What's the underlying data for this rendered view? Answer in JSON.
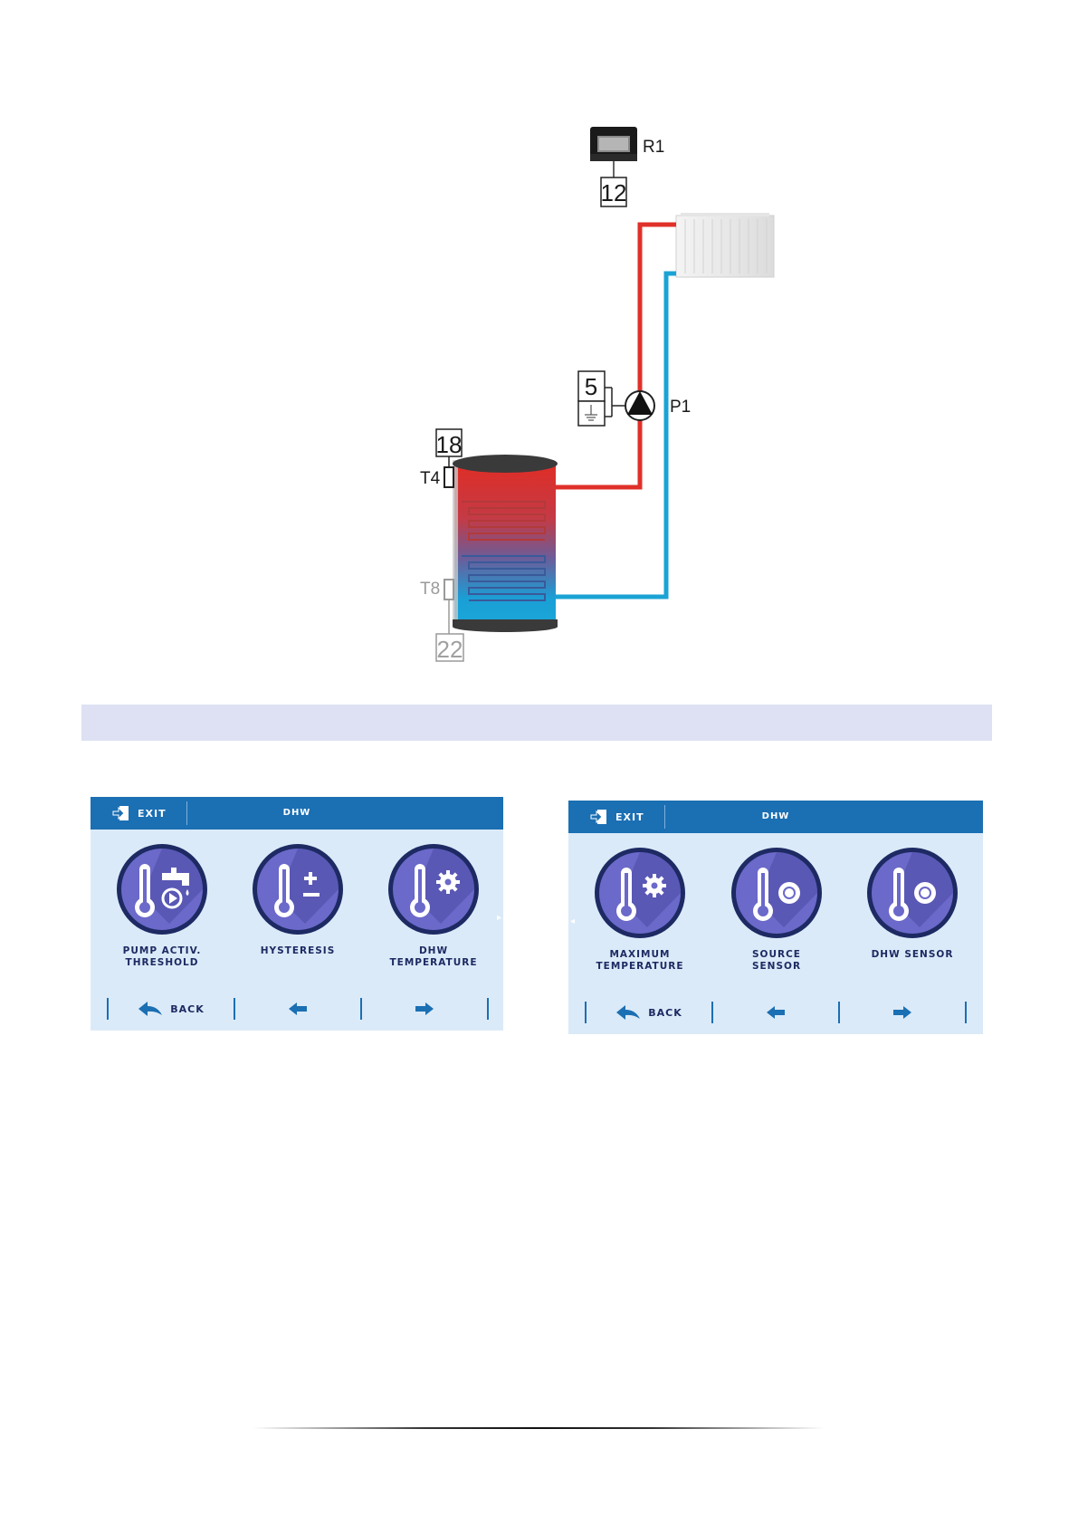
{
  "diagram": {
    "controller_label": "R1",
    "controller_box": "12",
    "pump_label": "P1",
    "pump_box": "5",
    "sensor_top_label": "T4",
    "sensor_top_box": "18",
    "sensor_bottom_label": "T8",
    "sensor_bottom_box": "22",
    "colors": {
      "hot": "#e0302a",
      "cold": "#1aa3d4"
    }
  },
  "panels": [
    {
      "exit_label": "EXIT",
      "title": "DHW",
      "tiles": [
        {
          "label": "PUMP ACTIV.\nTHRESHOLD",
          "icon": "thermometer-tap-pump-icon"
        },
        {
          "label": "HYSTERESIS",
          "icon": "thermometer-plus-minus-icon"
        },
        {
          "label": "DHW\nTEMPERATURE",
          "icon": "thermometer-gear-icon"
        }
      ],
      "back_label": "BACK"
    },
    {
      "exit_label": "EXIT",
      "title": "DHW",
      "tiles": [
        {
          "label": "MAXIMUM\nTEMPERATURE",
          "icon": "thermometer-gear-icon"
        },
        {
          "label": "SOURCE\nSENSOR",
          "icon": "thermometer-sensor-icon"
        },
        {
          "label": "DHW SENSOR",
          "icon": "thermometer-sensor-icon"
        }
      ],
      "back_label": "BACK"
    }
  ]
}
